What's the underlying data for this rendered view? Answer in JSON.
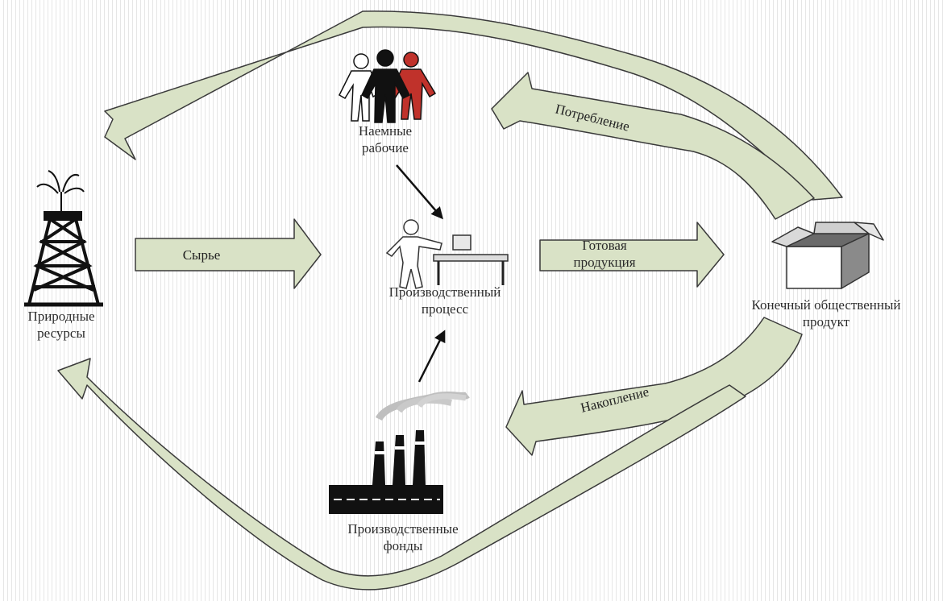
{
  "nodes": {
    "natural_resources": [
      "Природные",
      "ресурсы"
    ],
    "hired_workers": [
      "Наемные",
      "рабочие"
    ],
    "production_process": [
      "Производственный",
      "процесс"
    ],
    "final_product": [
      "Конечный общественный",
      "продукт"
    ],
    "production_assets": [
      "Производственные",
      "фонды"
    ]
  },
  "flows": {
    "raw_materials": "Сырье",
    "finished_goods": [
      "Готовая",
      "продукция"
    ],
    "consumption": "Потребление",
    "accumulation": "Накопление"
  },
  "colors": {
    "arrow_fill": "#d9e2c6",
    "arrow_stroke": "#3a3a3a",
    "icon_dark": "#111111",
    "worker_red": "#c0322b",
    "smoke": "#bfbfbf"
  },
  "icons": {
    "natural_resources": "oil-derrick-icon",
    "hired_workers": "workers-group-icon",
    "production_process": "worker-at-conveyor-icon",
    "final_product": "open-box-icon",
    "production_assets": "factory-icon"
  }
}
